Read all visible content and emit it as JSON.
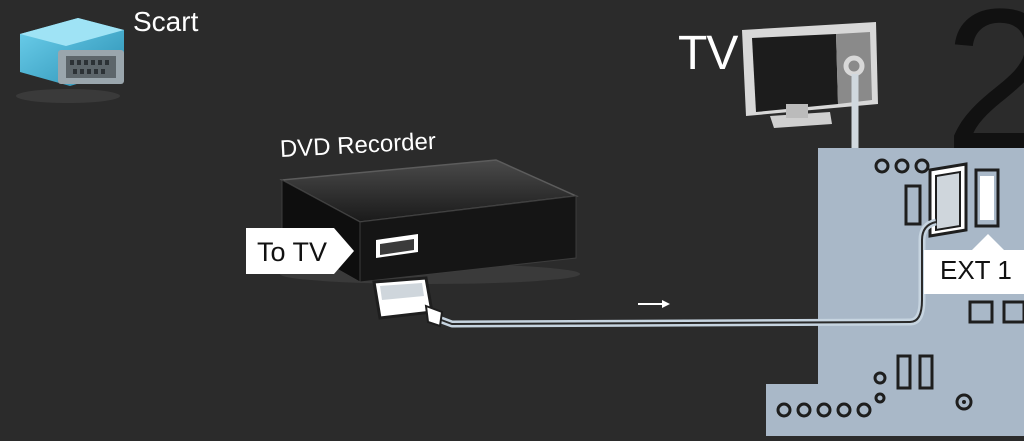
{
  "legend": {
    "connector_name": "Scart",
    "step_number": "2"
  },
  "tv": {
    "label": "TV"
  },
  "dvd_recorder": {
    "label": "DVD Recorder",
    "to_tv_label": "To TV"
  },
  "tv_back_panel": {
    "port_label": "EXT 1"
  },
  "colors": {
    "background": "#2b2b2b",
    "panel": "#a9b8c8",
    "cable": "#c6d4e0",
    "connector_accent": "#3fb4d6"
  }
}
